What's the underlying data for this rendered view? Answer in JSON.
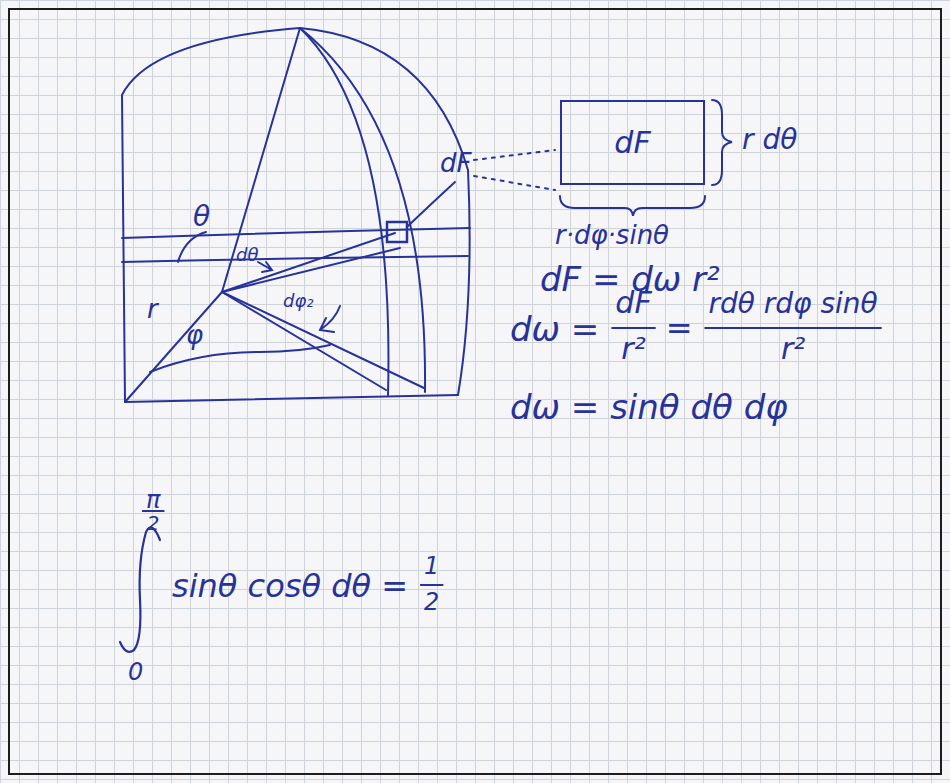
{
  "diagram": {
    "nodes": [
      {
        "text": [
          "dF"
        ]
      }
    ],
    "labels": [
      "dF",
      "r dθ",
      "r·dφ·sinθ",
      "θ",
      "dθ",
      "r",
      "φ",
      "dφ₂",
      "dF = dω r²",
      "dω =",
      "dF",
      "r²",
      "=",
      "rdθ rdφ sinθ",
      "r²",
      "dω = sinθ dθ dφ",
      "π",
      "2",
      "0",
      "sinθ cosθ dθ =",
      "1",
      "2"
    ]
  }
}
